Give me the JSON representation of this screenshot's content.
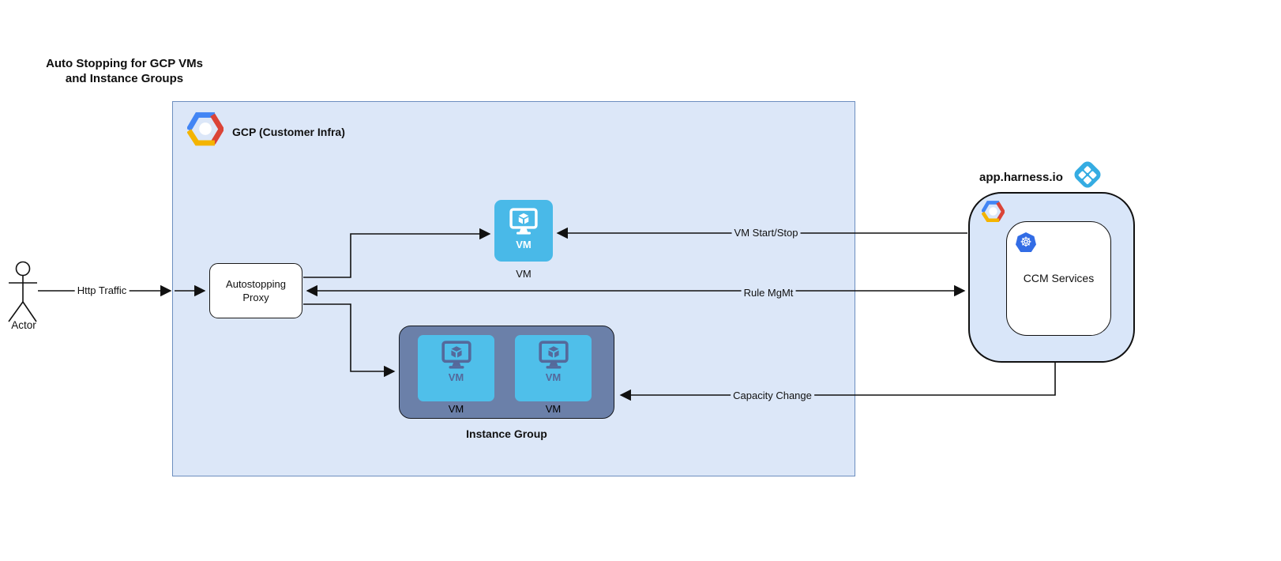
{
  "title": {
    "line1": "Auto Stopping for GCP VMs",
    "line2": "and Instance Groups"
  },
  "actor": {
    "label": "Actor"
  },
  "gcp": {
    "label": "GCP (Customer Infra)"
  },
  "proxy": {
    "line1": "Autostopping",
    "line2": "Proxy"
  },
  "vm": {
    "badge": "VM",
    "label": "VM"
  },
  "instance_group": {
    "label": "Instance Group",
    "vms": [
      {
        "badge": "VM",
        "label": "VM"
      },
      {
        "badge": "VM",
        "label": "VM"
      }
    ]
  },
  "harness": {
    "domain": "app.harness.io",
    "ccm_label": "CCM Services",
    "kubernetes_glyph": "☸"
  },
  "edges": {
    "http_traffic": "Http Traffic",
    "vm_start_stop": "VM Start/Stop",
    "rule_mgmt": "Rule MgMt",
    "capacity_change": "Capacity Change"
  },
  "icons": {
    "gcp_logo": "gcp-hexagon",
    "harness_logo": "harness-diamond",
    "kubernetes": "kubernetes-wheel",
    "vm": "monitor-with-cube",
    "actor": "stick-figure"
  },
  "colors": {
    "gcp_box_fill": "#dce7f8",
    "gcp_box_stroke": "#6c8ebf",
    "harness_box_fill": "#d9e6f9",
    "vm_blue": "#49b9e8",
    "instance_group_fill": "#6b80a9",
    "instance_group_vm_fill": "#4fbfea",
    "harness_logo_blue": "#35ace2",
    "kubernetes_blue": "#326ce5",
    "gcp_logo_blue": "#4285f4",
    "gcp_logo_red": "#db4437",
    "gcp_logo_yellow": "#f4b400",
    "line_color": "#111111"
  }
}
